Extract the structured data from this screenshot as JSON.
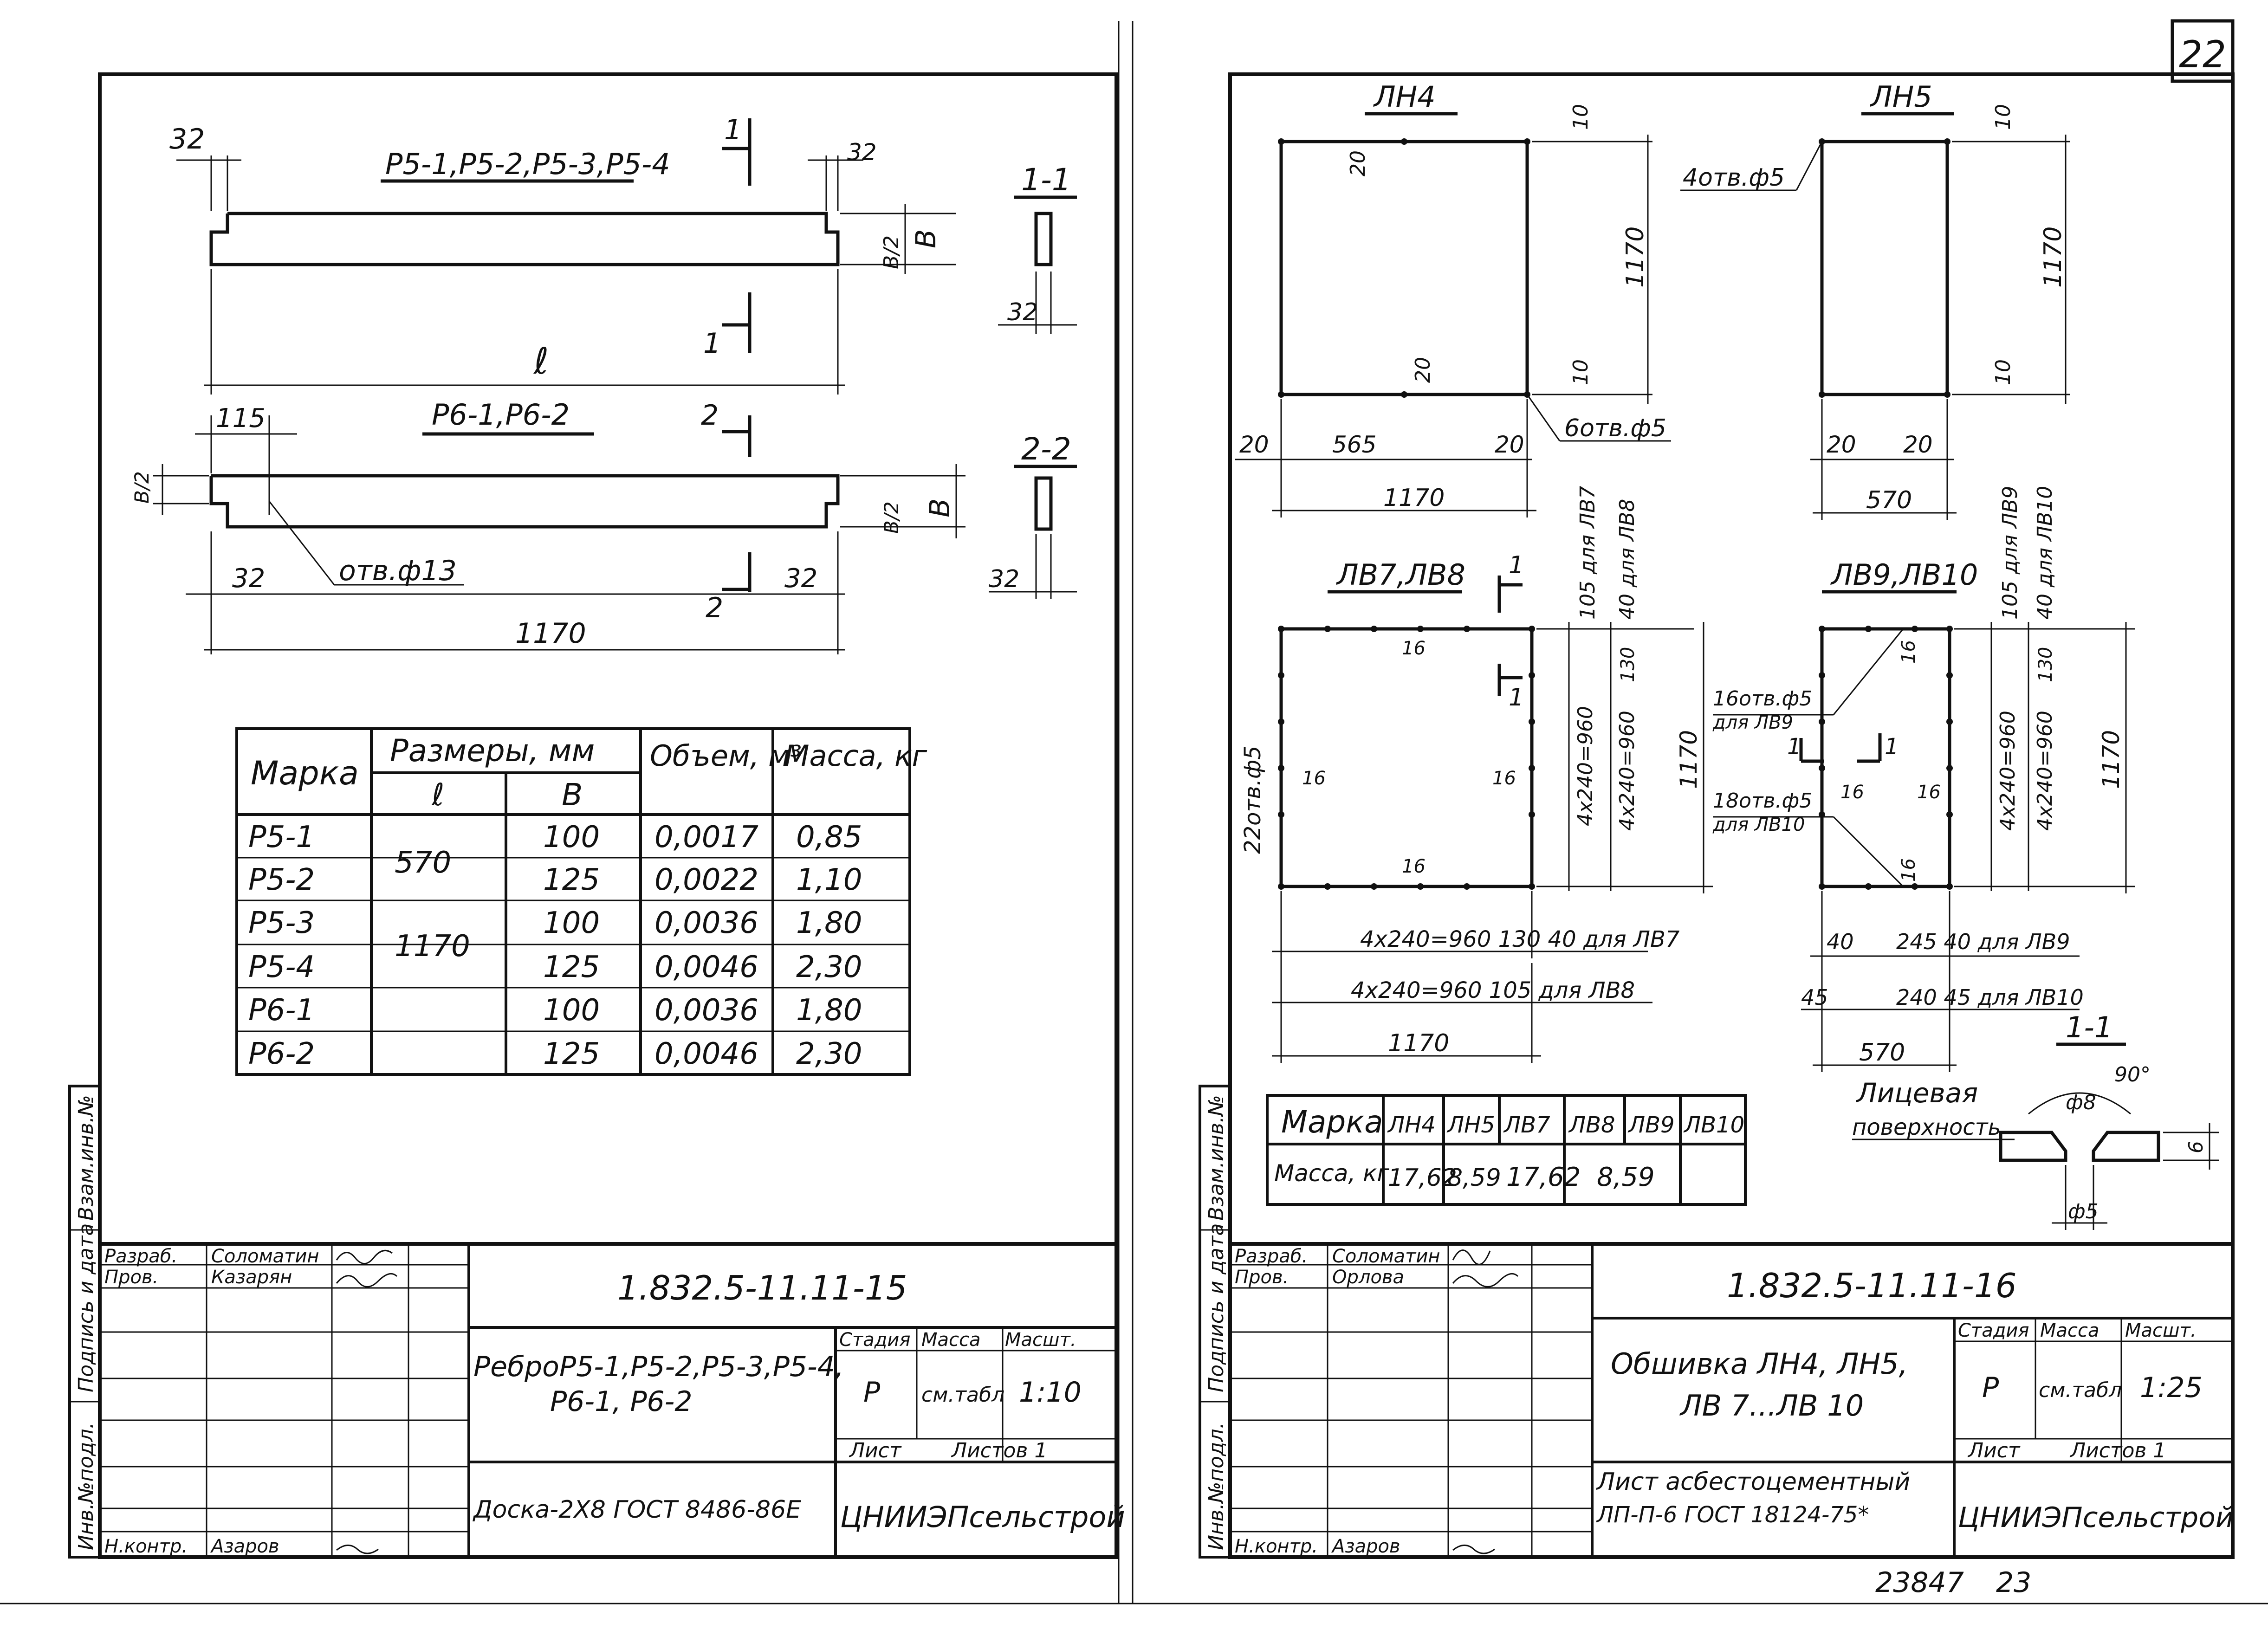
{
  "page_number": "22",
  "left_sheet": {
    "title_ribs_p5": "Р5-1,Р5-2,Р5-3,Р5-4",
    "title_ribs_p6": "Р6-1,Р6-2",
    "section_1": "1-1",
    "section_2": "2-2",
    "cut_mark_1": "1",
    "cut_mark_2": "2",
    "dim_32": "32",
    "dim_115": "115",
    "dim_1170": "1170",
    "dim_l": "ℓ",
    "dim_b": "В",
    "dim_b2": "В/2",
    "hole_note": "отв.ф13",
    "table": {
      "col_mark": "Марка",
      "col_sizes": "Размеры, мм",
      "col_volume": "Объем, м³",
      "col_mass": "Масса, кг",
      "sub_l": "ℓ",
      "sub_b": "В",
      "rows": [
        {
          "mark": "Р5-1",
          "l": "570",
          "b": "100",
          "vol": "0,0017",
          "mass": "0,85"
        },
        {
          "mark": "Р5-2",
          "l": "",
          "b": "125",
          "vol": "0,0022",
          "mass": "1,10"
        },
        {
          "mark": "Р5-3",
          "l": "1170",
          "b": "100",
          "vol": "0,0036",
          "mass": "1,80"
        },
        {
          "mark": "Р5-4",
          "l": "",
          "b": "125",
          "vol": "0,0046",
          "mass": "2,30"
        },
        {
          "mark": "Р6-1",
          "l": "",
          "b": "100",
          "vol": "0,0036",
          "mass": "1,80"
        },
        {
          "mark": "Р6-2",
          "l": "",
          "b": "125",
          "vol": "0,0046",
          "mass": "2,30"
        }
      ]
    },
    "stamp": {
      "side_labels": [
        "Инв.№подл.",
        "Подпись и дата",
        "Взам.инв.№"
      ],
      "role_dev": "Разраб.",
      "name_dev": "Соломатин",
      "role_check": "Пров.",
      "name_check": "Казарян",
      "role_norm": "Н.контр.",
      "name_norm": "Азаров",
      "code": "1.832.5-11.11-15",
      "title": "РеброР5-1,Р5-2,Р5-3,Р5-4,",
      "title2": "Р6-1, Р6-2",
      "material": "Доска-2Х8 ГОСТ 8486-86Е",
      "col_stage": "Стадия",
      "col_mass": "Масса",
      "col_scale": "Масшт.",
      "stage": "Р",
      "mass": "см.табл",
      "scale": "1:10",
      "sheet": "Лист",
      "sheets": "Листов 1",
      "org": "ЦНИИЭПсельстрой"
    }
  },
  "right_sheet": {
    "title_lh4": "ЛН4",
    "title_lh5": "ЛН5",
    "title_lv78": "ЛВ7,ЛВ8",
    "title_lv910": "ЛВ9,ЛВ10",
    "dim_10": "10",
    "dim_20": "20",
    "dim_565": "565",
    "dim_1170": "1170",
    "dim_570": "570",
    "dim_16": "16",
    "dim_40": "40",
    "dim_45": "45",
    "holes_4": "4отв.ф5",
    "holes_6": "6отв.ф5",
    "holes_22": "22отв.ф5",
    "holes_16": "16отв.ф5",
    "holes_16_note": "для ЛВ9",
    "holes_18": "18отв.ф5",
    "holes_18_note": "для ЛВ10",
    "chain_960": "4х240=960",
    "chain_lv7": "4х240=960  130  40 для ЛВ7",
    "chain_lv8": "4х240=960  105 для ЛВ8",
    "chain_lv9": "245 40  для ЛВ9",
    "chain_lv10": "240 45 для ЛВ10",
    "side_lv7": "105 для ЛВ7",
    "side_lv8": "40 для ЛВ8",
    "side_lv9": "105 для ЛВ9",
    "side_lv10": "40 для ЛВ10",
    "side_130": "130",
    "section_1": "1-1",
    "face_label": "Лицевая",
    "face_label2": "поверхность",
    "dim_f8": "ф8",
    "dim_f5": "ф5",
    "dim_90": "90°",
    "dim_6": "6",
    "table": {
      "col_mark": "Марка",
      "marks": [
        "ЛН4",
        "ЛН5",
        "ЛВ7",
        "ЛВ8",
        "ЛВ9",
        "ЛВ10"
      ],
      "row_mass_label": "Масса, кг",
      "mass_values": [
        "17,62",
        "8,59",
        "17,62",
        "8,59"
      ]
    },
    "stamp": {
      "side_labels": [
        "Инв.№подл.",
        "Подпись и дата",
        "Взам.инв.№"
      ],
      "role_dev": "Разраб.",
      "name_dev": "Соломатин",
      "role_check": "Пров.",
      "name_check": "Орлова",
      "role_norm": "Н.контр.",
      "name_norm": "Азаров",
      "code": "1.832.5-11.11-16",
      "title": "Обшивка ЛН4, ЛН5,",
      "title2": "ЛВ 7...ЛВ 10",
      "material": "Лист асбестоцементный",
      "material2": "ЛП-П-6 ГОСТ 18124-75*",
      "col_stage": "Стадия",
      "col_mass": "Масса",
      "col_scale": "Масшт.",
      "stage": "Р",
      "mass": "см.табл",
      "scale": "1:25",
      "sheet": "Лист",
      "sheets": "Листов 1",
      "org": "ЦНИИЭПсельстрой"
    },
    "archive_number": "23847",
    "archive_page": "23"
  }
}
